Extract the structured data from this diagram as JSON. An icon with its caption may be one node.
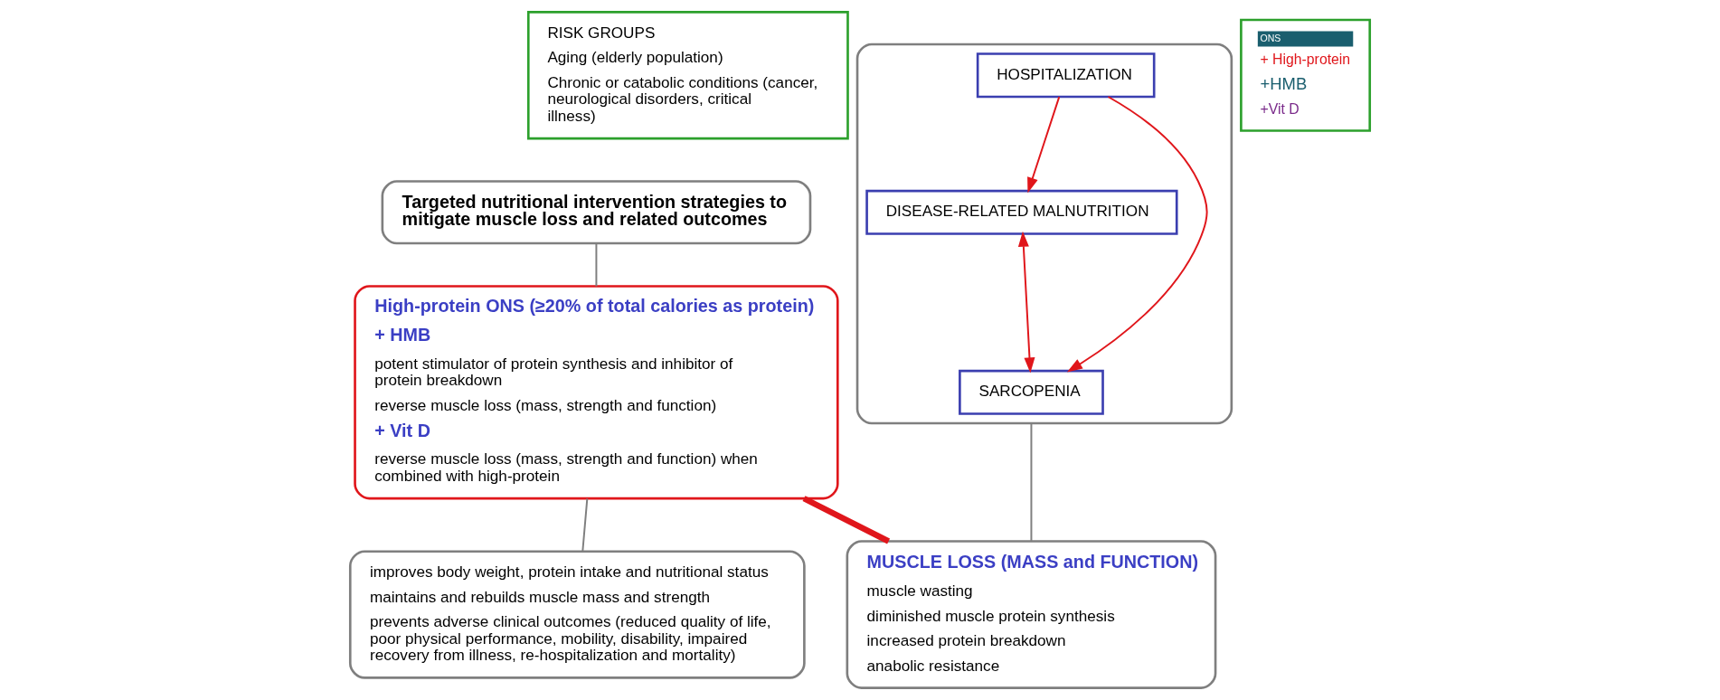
{
  "diagram": {
    "nodes": [
      {
        "text": [],
        "shape": "box"
      },
      {
        "text": [
          "DISEASE-RELATED MALNUTRITION"
        ],
        "in": 0
      },
      {
        "text": [
          "HOSPITALIZATION"
        ],
        "in": 0
      },
      {
        "text": [
          "SARCOPENIA"
        ],
        "in": 0
      },
      {
        "text": [
          "RISK GROUPS",
          "Aging (elderly population)",
          "Chronic or catabolic conditions (cancer, neurological disorders, critical illness)"
        ]
      },
      {
        "text": [
          "MUSCLE LOSS (MASS and FUNCTION)",
          "muscle wasting",
          "diminished muscle protein synthesis",
          "increased protein breakdown",
          "anabolic resistance"
        ]
      },
      {
        "text": [
          "Targeted nutritional intervention strategies to mitigate muscle loss and related outcomes"
        ]
      },
      {
        "text": [
          "High-protein ONS (≥20% of total calories as protein)",
          "+ HMB",
          "potent stimulator of protein synthesis and inhibitor of protein breakdown",
          "reverse muscle loss (mass, strength and function)",
          "+ Vit D",
          "reverse muscle loss (mass, strength and function) when combined with high-protein"
        ]
      },
      {
        "text": [
          "ONS",
          "+ High-protein",
          "+HMB",
          "+Vit D"
        ]
      },
      {
        "text": [
          "improves body weight, protein intake and nutritional status",
          "maintains and rebuilds muscle mass and strength",
          "prevents adverse clinical outcomes (reduced quality of life, poor physical performance, mobility, disability, impaired recovery from illness, re-hospitalization and mortality)"
        ]
      }
    ],
    "edges": [
      {
        "from": 1,
        "to": 3,
        "arrow": "both"
      },
      {
        "from": 2,
        "to": 1,
        "arrow": "to"
      },
      {
        "from": 2,
        "to": 3,
        "arrow": "to"
      },
      {
        "from": 0,
        "to": 5,
        "arrow": "none",
        "color": "#7f7f7f"
      },
      {
        "from": 6,
        "to": 7,
        "arrow": "none",
        "color": "#7f7f7f"
      },
      {
        "from": 7,
        "to": 9,
        "arrow": "none",
        "color": "#7f7f7f"
      },
      {
        "from": 7,
        "to": 5,
        "arrow": "none",
        "style": "thick"
      }
    ]
  }
}
